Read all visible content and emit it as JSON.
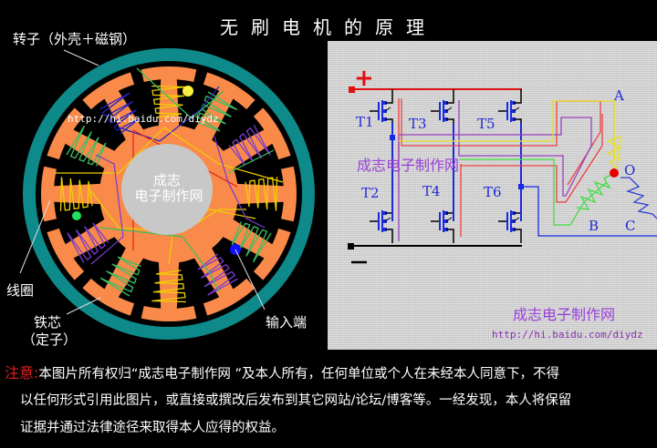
{
  "title": "无刷电机的原理",
  "motor": {
    "labels": {
      "rotor": "转子（外壳＋磁钢）",
      "coil": "线圈",
      "core": "铁芯",
      "core_sub": "（定子）",
      "input": "输入端"
    },
    "watermark_url": "http://hi.baidu.com/diydz",
    "watermark_line1": "成志",
    "watermark_line2": "电子制作网",
    "colors": {
      "rotor": "#0e8a8a",
      "stator": "#f98a4a",
      "shaft": "#c8c8c8",
      "yellow": "#f0d000",
      "green": "#38c060",
      "blue": "#2020c0",
      "purple": "#7a3ad0",
      "red": "#e02020"
    },
    "dots": [
      {
        "name": "yellow",
        "color": "#f8f040"
      },
      {
        "name": "green",
        "color": "#20e060"
      },
      {
        "name": "blue",
        "color": "#1010ff"
      }
    ]
  },
  "circuit": {
    "plus": "+",
    "minus": "−",
    "transistors": [
      "T1",
      "T2",
      "T3",
      "T4",
      "T5",
      "T6"
    ],
    "phases": {
      "a": "A",
      "b": "B",
      "c": "C",
      "o": "O"
    },
    "watermark": "成志电子制作网",
    "watermark_bottom": "成志电子制作网",
    "url": "http://hi.baidu.com/diydz"
  },
  "notice": {
    "label": "注意:",
    "line1": "本图片所有权归“成志电子制作网 ”及本人所有，任何单位或个人在未经本人同意下，不得",
    "line2": "以任何形式引用此图片，或直接或撰改后发布到其它网站/论坛/博客等。一经发现，本人将保留",
    "line3": "证据并通过法律途径来取得本人应得的权益。"
  }
}
